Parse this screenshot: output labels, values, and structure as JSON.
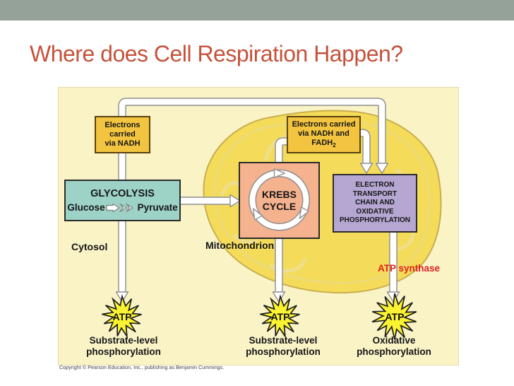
{
  "slide": {
    "title": "Where does Cell Respiration Happen?"
  },
  "diagram": {
    "nadh_box": {
      "l1": "Electrons",
      "l2": "carried",
      "l3": "via NADH"
    },
    "fadh_box": {
      "l1": "Electrons carried",
      "l2": "via NADH and",
      "l3base": "FADH",
      "l3sub": "2"
    },
    "glycolysis": {
      "title": "GLYCOLYSIS",
      "substrate": "Glucose",
      "product": "Pyruvate"
    },
    "krebs": {
      "l1": "KREBS",
      "l2": "CYCLE"
    },
    "etc_box": {
      "l1": "ELECTRON",
      "l2": "TRANSPORT",
      "l3": "CHAIN AND",
      "l4": "OXIDATIVE",
      "l5": "PHOSPHORYLATION"
    },
    "cytosol": "Cytosol",
    "mitochondrion": "Mitochondrion",
    "atp_synthase": "ATP synthase",
    "atp": "ATP",
    "outcome1": {
      "l1": "Substrate-level",
      "l2": "phosphorylation"
    },
    "outcome2": {
      "l1": "Substrate-level",
      "l2": "phosphorylation"
    },
    "outcome3": {
      "l1": "Oxidative",
      "l2": "phosphorylation"
    },
    "copyright": "Copyright © Pearson Education, Inc., publishing as Benjamin Cummings."
  },
  "colors": {
    "header_bar": "#94A29A",
    "title_text": "#C5523A",
    "panel_background": "#F9F3C6",
    "carrier_box": "#F2C440",
    "glycolysis_box": "#9DD2C7",
    "krebs_box": "#F5B28F",
    "etc_box": "#B5A6D2",
    "mitochondrion": "#F4DC5A",
    "atp_star": "#FBF331",
    "atp_synthase_text": "#DF1F1F",
    "pipe_outline": "#8F8F8F"
  }
}
